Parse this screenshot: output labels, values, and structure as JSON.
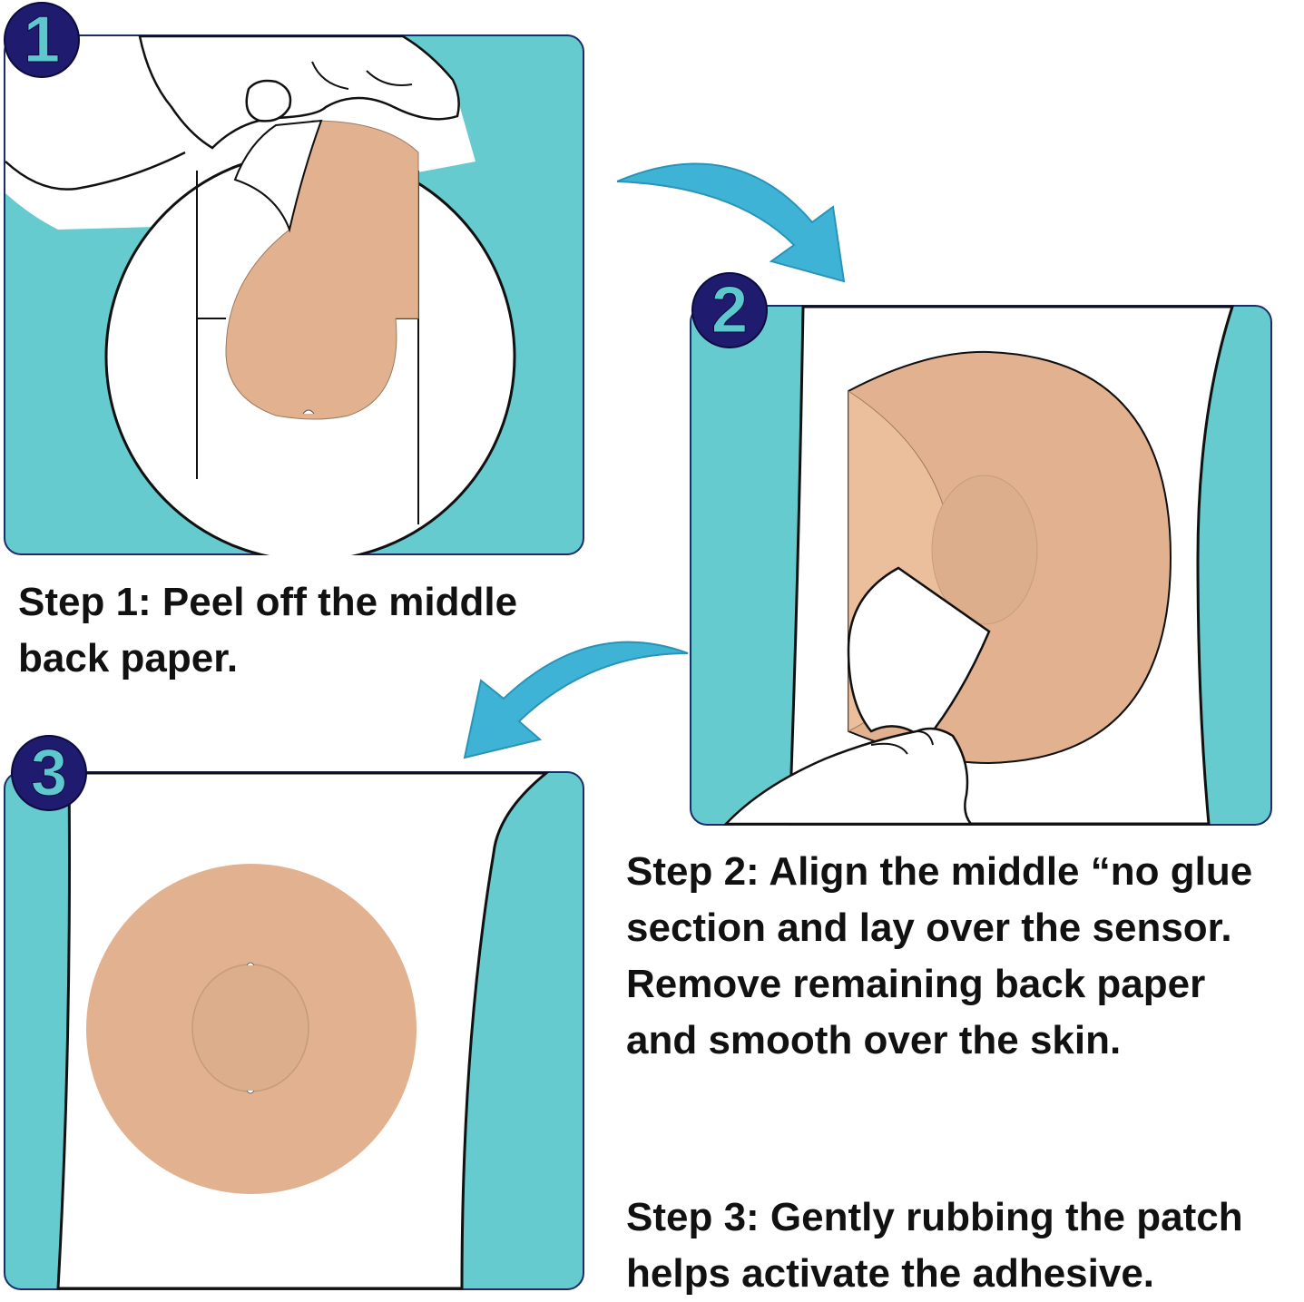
{
  "steps": [
    {
      "number": "1",
      "lines": [
        "Step 1: Peel off the middle",
        "back paper."
      ]
    },
    {
      "number": "2",
      "lines": [
        "Step 2: Align the middle “no glue",
        "section and lay over the sensor.",
        "Remove remaining back paper",
        "and smooth over the skin."
      ]
    },
    {
      "number": "3",
      "lines": [
        "Step 3: Gently rubbing the patch",
        "helps activate the adhesive."
      ]
    }
  ],
  "colors": {
    "teal": "#66cbcf",
    "patch": "#e1b190",
    "badge": "#1f1b6e",
    "badge_text": "#5ec8cf",
    "arrow": "#3fb3d6"
  },
  "icons": [
    "hand-icon",
    "patch-icon",
    "arrow-icon",
    "step-number-badge"
  ]
}
